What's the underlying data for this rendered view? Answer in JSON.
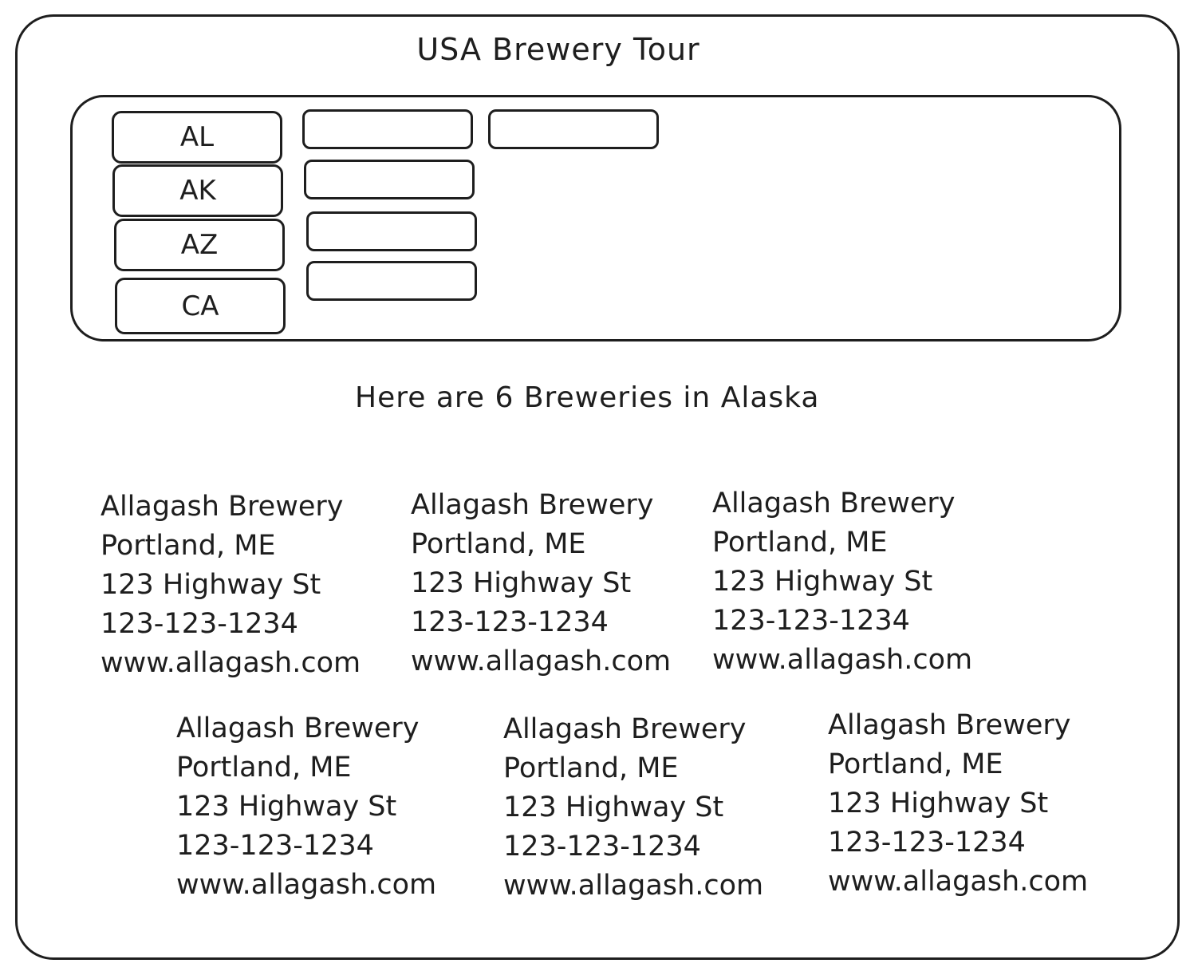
{
  "app": {
    "title": "USA Brewery Tour"
  },
  "states": [
    {
      "label": "AL"
    },
    {
      "label": "AK"
    },
    {
      "label": "AZ"
    },
    {
      "label": "CA"
    }
  ],
  "results": {
    "heading": "Here are 6 Breweries in Alaska"
  },
  "breweries": [
    {
      "name": "Allagash Brewery",
      "location": "Portland, ME",
      "address": "123 Highway St",
      "phone": "123-123-1234",
      "website": "www.allagash.com"
    },
    {
      "name": "Allagash Brewery",
      "location": "Portland, ME",
      "address": "123 Highway St",
      "phone": "123-123-1234",
      "website": "www.allagash.com"
    },
    {
      "name": "Allagash Brewery",
      "location": "Portland, ME",
      "address": "123 Highway St",
      "phone": "123-123-1234",
      "website": "www.allagash.com"
    },
    {
      "name": "Allagash Brewery",
      "location": "Portland, ME",
      "address": "123 Highway St",
      "phone": "123-123-1234",
      "website": "www.allagash.com"
    },
    {
      "name": "Allagash Brewery",
      "location": "Portland, ME",
      "address": "123 Highway St",
      "phone": "123-123-1234",
      "website": "www.allagash.com"
    },
    {
      "name": "Allagash Brewery",
      "location": "Portland, ME",
      "address": "123 Highway St",
      "phone": "123-123-1234",
      "website": "www.allagash.com"
    }
  ]
}
